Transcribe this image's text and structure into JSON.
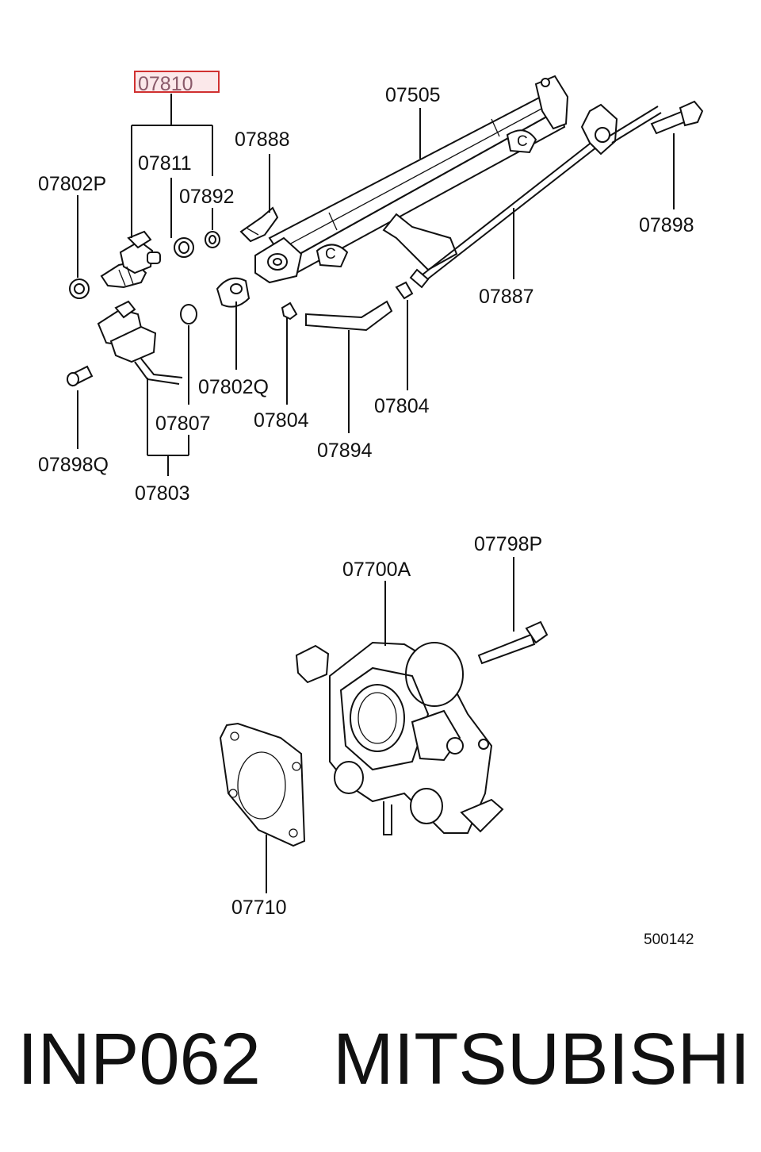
{
  "diagram": {
    "highlighted_part": "07810",
    "labels": {
      "p07810": "07810",
      "p07811": "07811",
      "p07892": "07892",
      "p07802P": "07802P",
      "p07888": "07888",
      "p07505": "07505",
      "p07898": "07898",
      "p07887": "07887",
      "p07802Q": "07802Q",
      "p07804a": "07804",
      "p07804b": "07804",
      "p07807": "07807",
      "p07894": "07894",
      "p07898Q": "07898Q",
      "p07803": "07803",
      "p07798P": "07798P",
      "p07700A": "07700A",
      "p07710": "07710"
    },
    "ref_number": "500142"
  },
  "caption": {
    "part_number": "INP062",
    "brand": "MITSUBISHI"
  },
  "colors": {
    "highlight_border": "#d03030",
    "highlight_fill": "#fbe8ea",
    "line": "#111111"
  }
}
